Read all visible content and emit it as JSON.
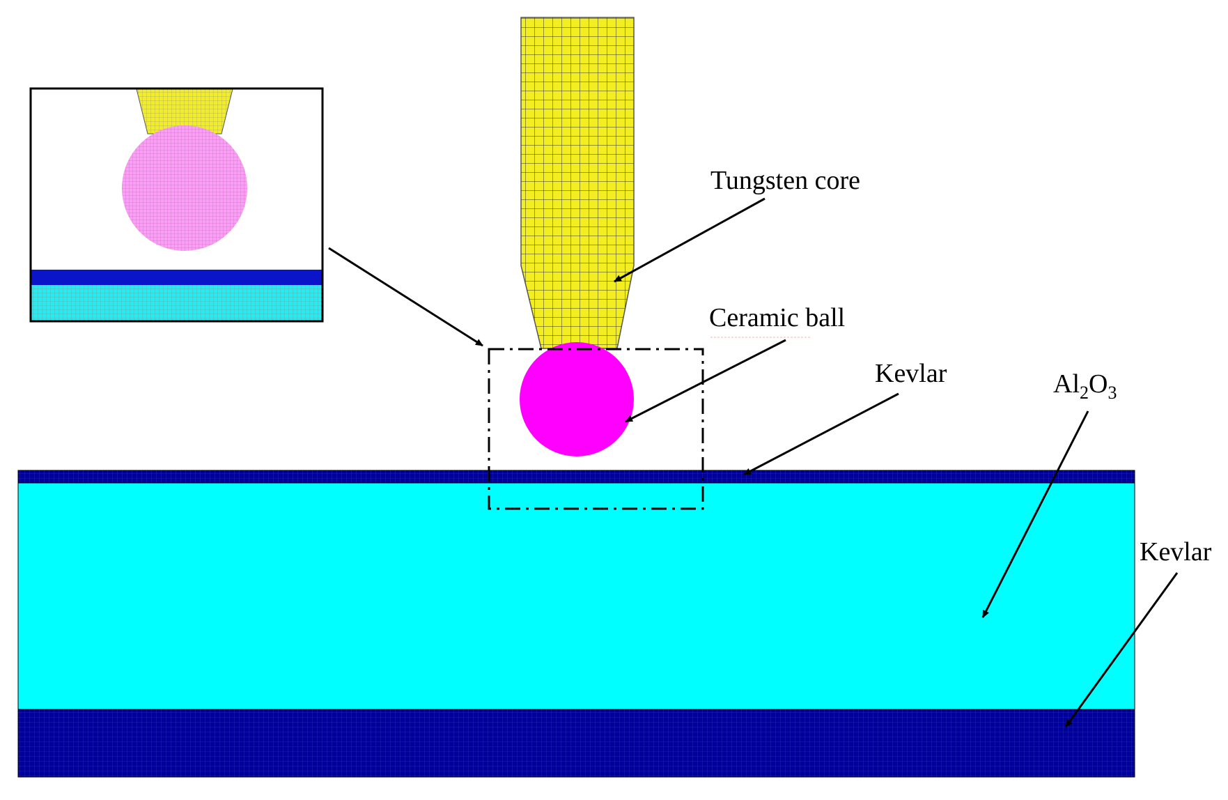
{
  "labels": {
    "tungsten": "Tungsten core",
    "ceramic": "Ceramic ball",
    "kevlar_top": "Kevlar",
    "alumina": {
      "base1": "Al",
      "sub1": "2",
      "base2": "O",
      "sub2": "3"
    },
    "kevlar_bottom": "Kevlar"
  },
  "colors": {
    "tungsten": "#f2ee22",
    "ceramic": "#ff00ff",
    "ceramic_inset": "#f7a1f2",
    "kevlar": "#00009a",
    "alumina": "#00ffff",
    "inset_kevlar": "#0a14c8",
    "inset_alumina": "#22eef2"
  }
}
